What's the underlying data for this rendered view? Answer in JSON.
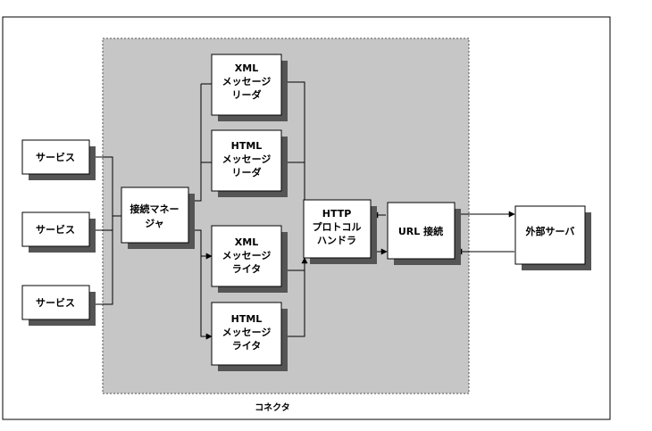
{
  "connector_label": "コネクタ",
  "services": [
    "サービス",
    "サービス",
    "サービス"
  ],
  "connection_manager": [
    "接続マネー",
    "ジャ"
  ],
  "xml_reader": [
    "XML",
    "メッセージ",
    "リーダ"
  ],
  "html_reader": [
    "HTML",
    "メッセージ",
    "リーダ"
  ],
  "xml_writer": [
    "XML",
    "メッセージ",
    "ライタ"
  ],
  "html_writer": [
    "HTML",
    "メッセージ",
    "ライタ"
  ],
  "http_handler": [
    "HTTP",
    "プロトコル",
    "ハンドラ"
  ],
  "url_connection": "URL 接続",
  "external_server": "外部サーバ"
}
